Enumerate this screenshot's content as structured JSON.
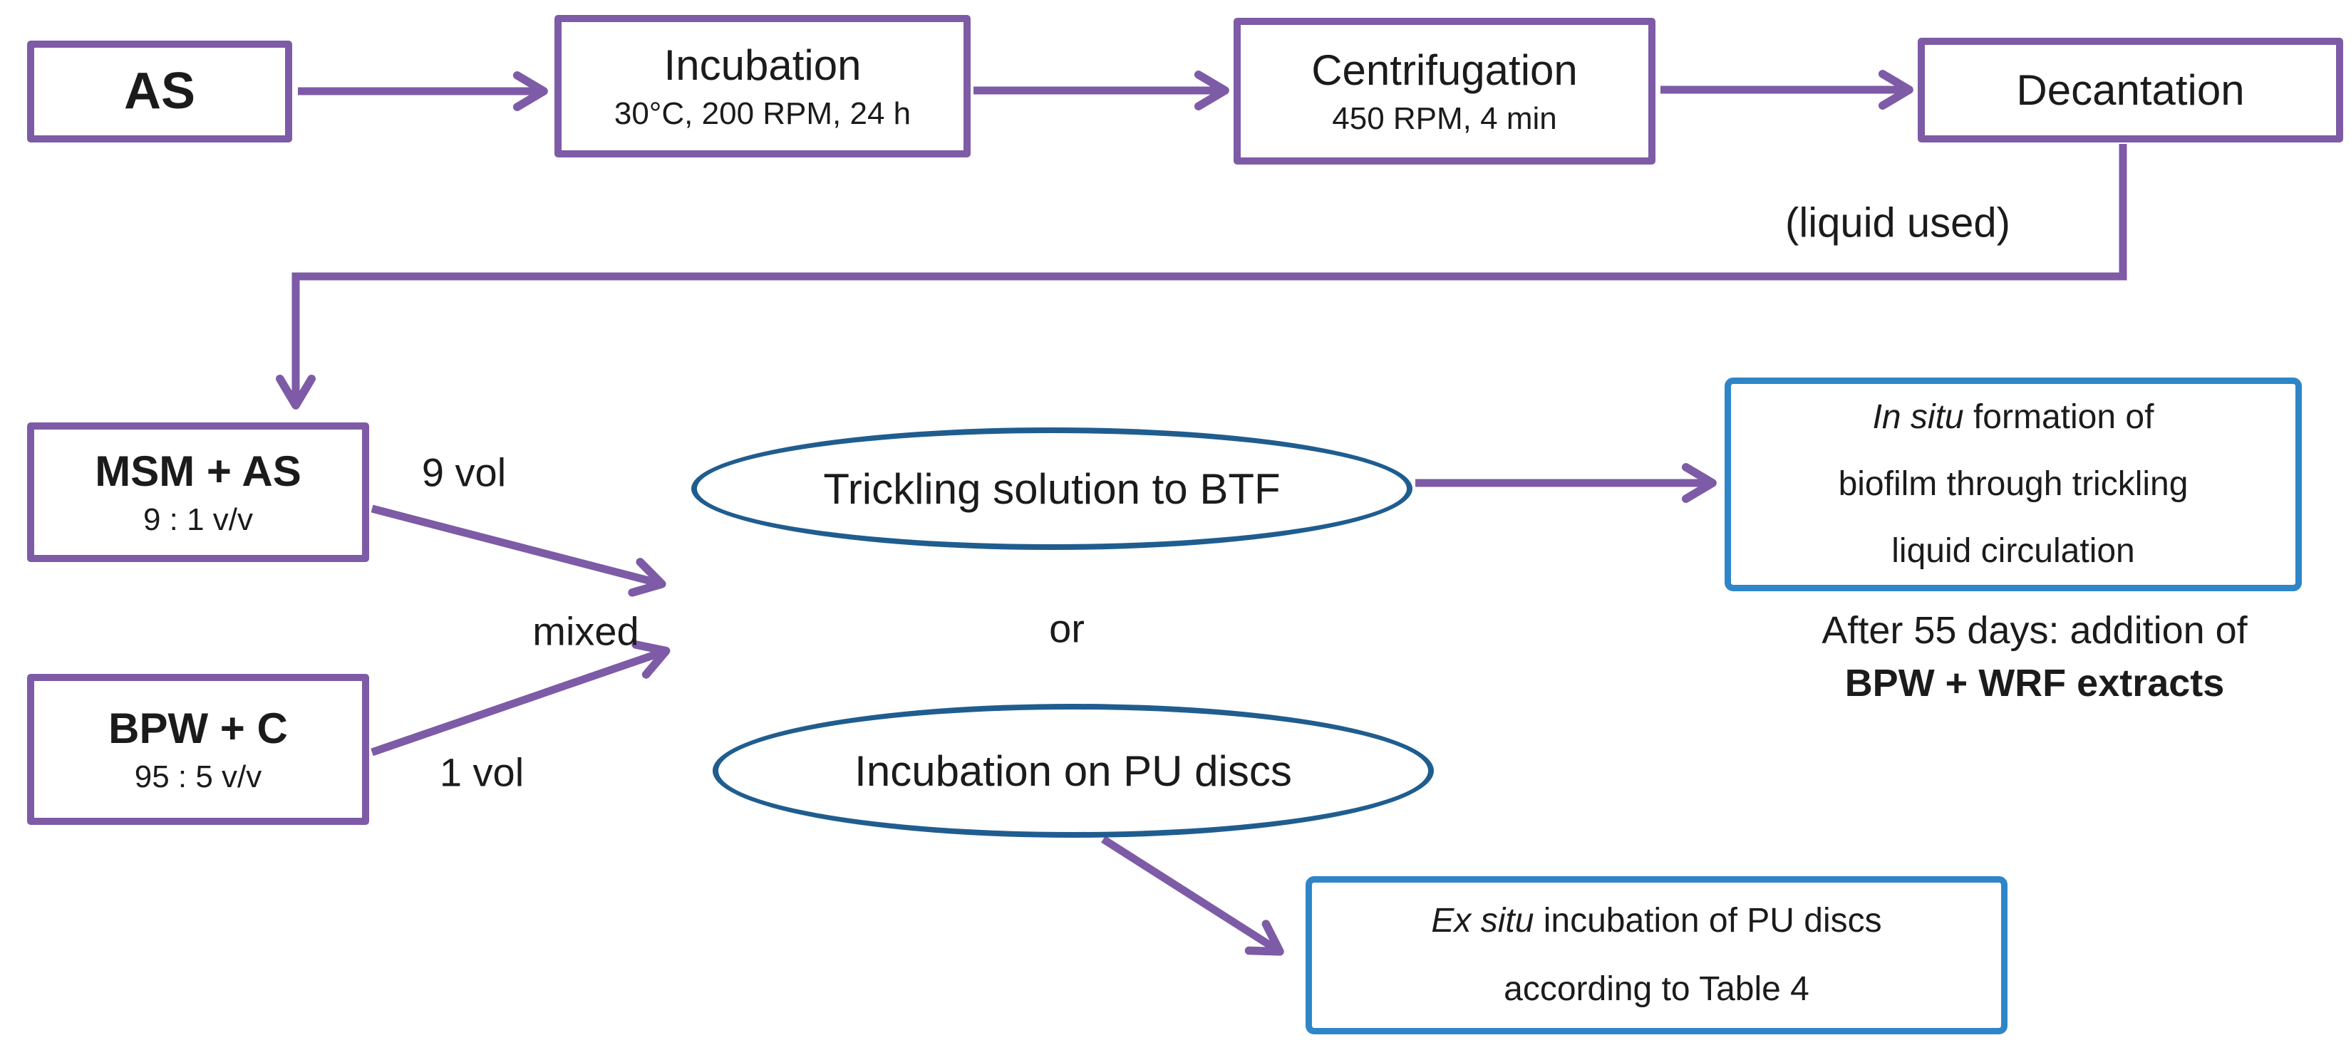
{
  "colors": {
    "purple": "#7d5ba6",
    "blue-dark": "#205d8f",
    "blue": "#2e86c8",
    "text": "#1b1b1b"
  },
  "nodes": {
    "as": {
      "title": "AS"
    },
    "incubation": {
      "title": "Incubation",
      "subtitle": "30°C, 200 RPM, 24 h"
    },
    "centrifugation": {
      "title": "Centrifugation",
      "subtitle": "450 RPM, 4 min"
    },
    "decantation": {
      "title": "Decantation"
    },
    "msm_as": {
      "title": "MSM + AS",
      "subtitle": "9 : 1 v/v"
    },
    "bpw_c": {
      "title": "BPW + C",
      "subtitle": "95 : 5 v/v"
    },
    "trickling_ellipse": {
      "label": "Trickling solution to BTF"
    },
    "pu_discs_ellipse": {
      "label": "Incubation on PU discs"
    },
    "in_situ_box": {
      "italic": "In situ",
      "line1": " formation of",
      "line2": "biofilm through trickling",
      "line3": "liquid circulation"
    },
    "ex_situ_box": {
      "italic": "Ex situ",
      "line1": " incubation of PU discs",
      "line2": "according to Table 4"
    }
  },
  "labels": {
    "liquid_used": "(liquid used)",
    "nine_vol": "9 vol",
    "one_vol": "1 vol",
    "mixed": "mixed",
    "or": "or",
    "after_days": "After 55 days: addition of",
    "bpw_wrf": "BPW + WRF extracts"
  }
}
